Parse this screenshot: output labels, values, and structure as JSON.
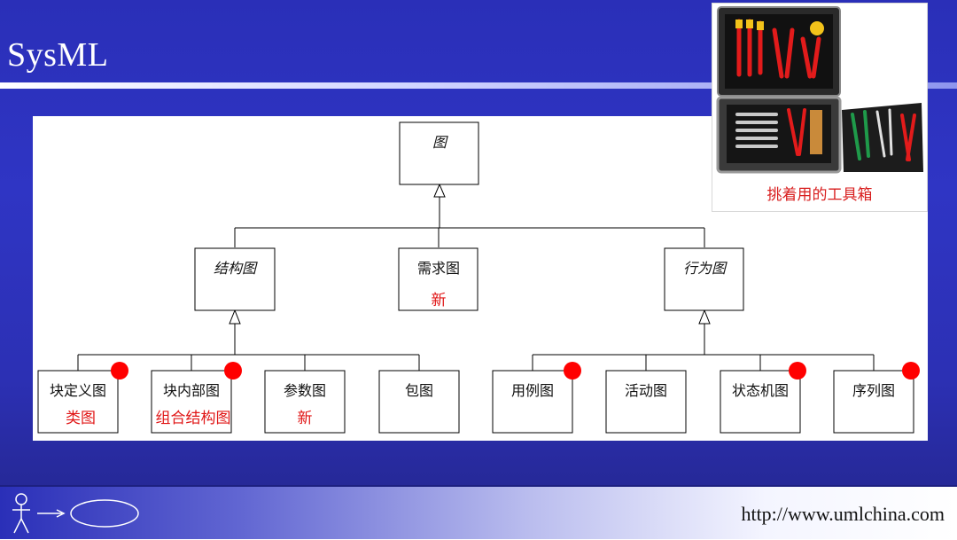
{
  "slide": {
    "title": "SysML",
    "url": "http://www.umlchina.com",
    "photo_caption": "挑着用的工具箱"
  },
  "diagram": {
    "root": "图",
    "level2": [
      {
        "label": "结构图",
        "italic": true,
        "note": ""
      },
      {
        "label": "需求图",
        "italic": false,
        "note": "新"
      },
      {
        "label": "行为图",
        "italic": true,
        "note": ""
      }
    ],
    "level3": [
      {
        "label": "块定义图",
        "note": "类图",
        "dot": true
      },
      {
        "label": "块内部图",
        "note": "组合结构图",
        "dot": true
      },
      {
        "label": "参数图",
        "note": "新",
        "dot": false
      },
      {
        "label": "包图",
        "note": "",
        "dot": false
      },
      {
        "label": "用例图",
        "note": "",
        "dot": true
      },
      {
        "label": "活动图",
        "note": "",
        "dot": false
      },
      {
        "label": "状态机图",
        "note": "",
        "dot": true
      },
      {
        "label": "序列图",
        "note": "",
        "dot": true
      }
    ]
  },
  "colors": {
    "background": "#2f35c4",
    "note_red": "#e01616",
    "dot_red": "#ff0000"
  }
}
